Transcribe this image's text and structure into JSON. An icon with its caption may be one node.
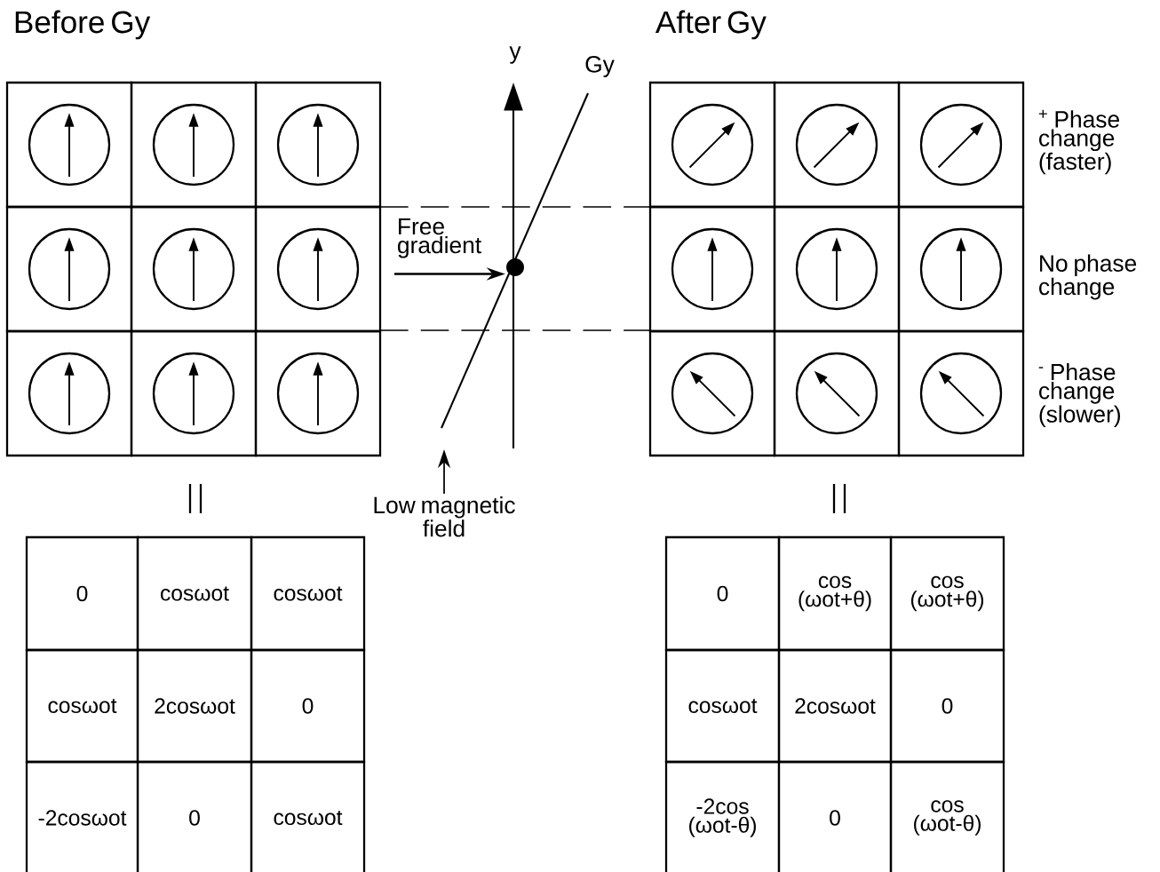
{
  "diagram": {
    "nodes": [
      {
        "text": [
          "Free gradient"
        ]
      },
      {
        "text": [],
        "shape": "circle"
      },
      {
        "text": [
          "Low magnetic field"
        ]
      }
    ],
    "edges": [
      {
        "from": 0,
        "to": 1,
        "arrow": "to"
      },
      {
        "from": 2,
        "to": null,
        "arrow": "to"
      }
    ],
    "labels": [
      "Before Gy",
      "After Gy",
      "y",
      "Gy",
      "$^{+}$ Phase change (faster)",
      "No phase change",
      "$^{-}$ Phase change (slower)",
      "0",
      "cosωot",
      "cosωot",
      "cosωot",
      "2cosωot",
      "0",
      "-2cosωot",
      "0",
      "cosωot",
      "0",
      "cos (ωot+θ)",
      "cos (ωot+θ)",
      "cosωot",
      "2cosωot",
      "0",
      "-2cos (ωot-θ)",
      "0",
      "cos (ωot-θ)"
    ]
  }
}
